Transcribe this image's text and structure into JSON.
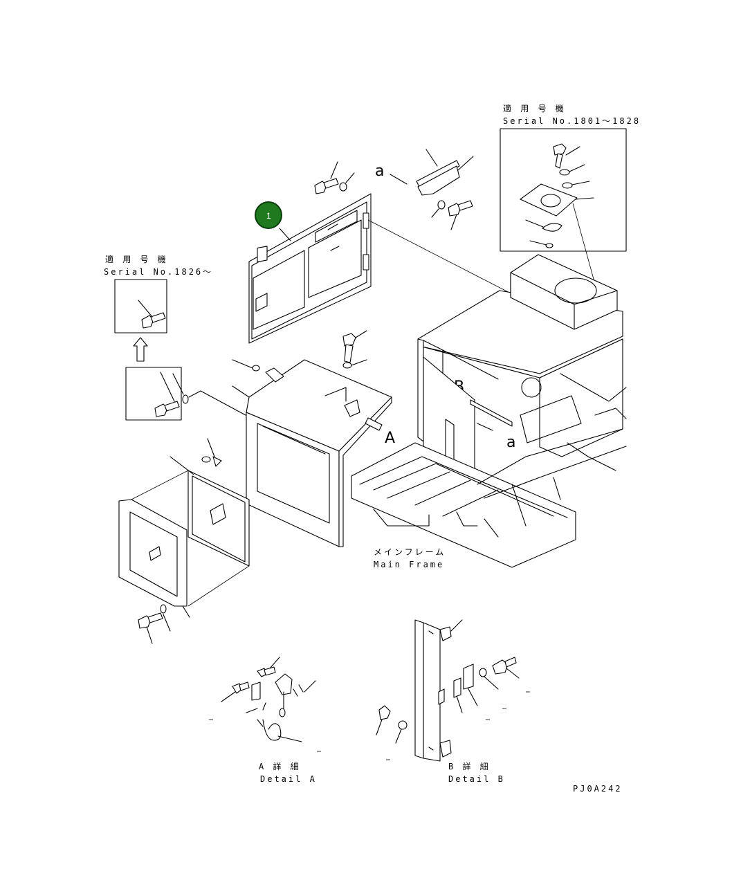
{
  "labels": {
    "serial_top_jp": "適 用 号 機",
    "serial_top_en": "Serial No.1801～1828",
    "serial_left_jp": "適 用 号 機",
    "serial_left_en": "Serial No.1826～",
    "view_a": "A",
    "view_b": "B",
    "ref_a_top": "a",
    "ref_a_mid": "a",
    "main_frame_jp": "メインフレーム",
    "main_frame_en": "Main Frame",
    "detail_a_jp": "A 詳 細",
    "detail_a_en": "Detail A",
    "detail_b_jp": "B 詳 細",
    "detail_b_en": "Detail B",
    "drawing_code": "PJ0A242"
  },
  "callout": {
    "number": "1",
    "color": "#1f7a1f"
  }
}
